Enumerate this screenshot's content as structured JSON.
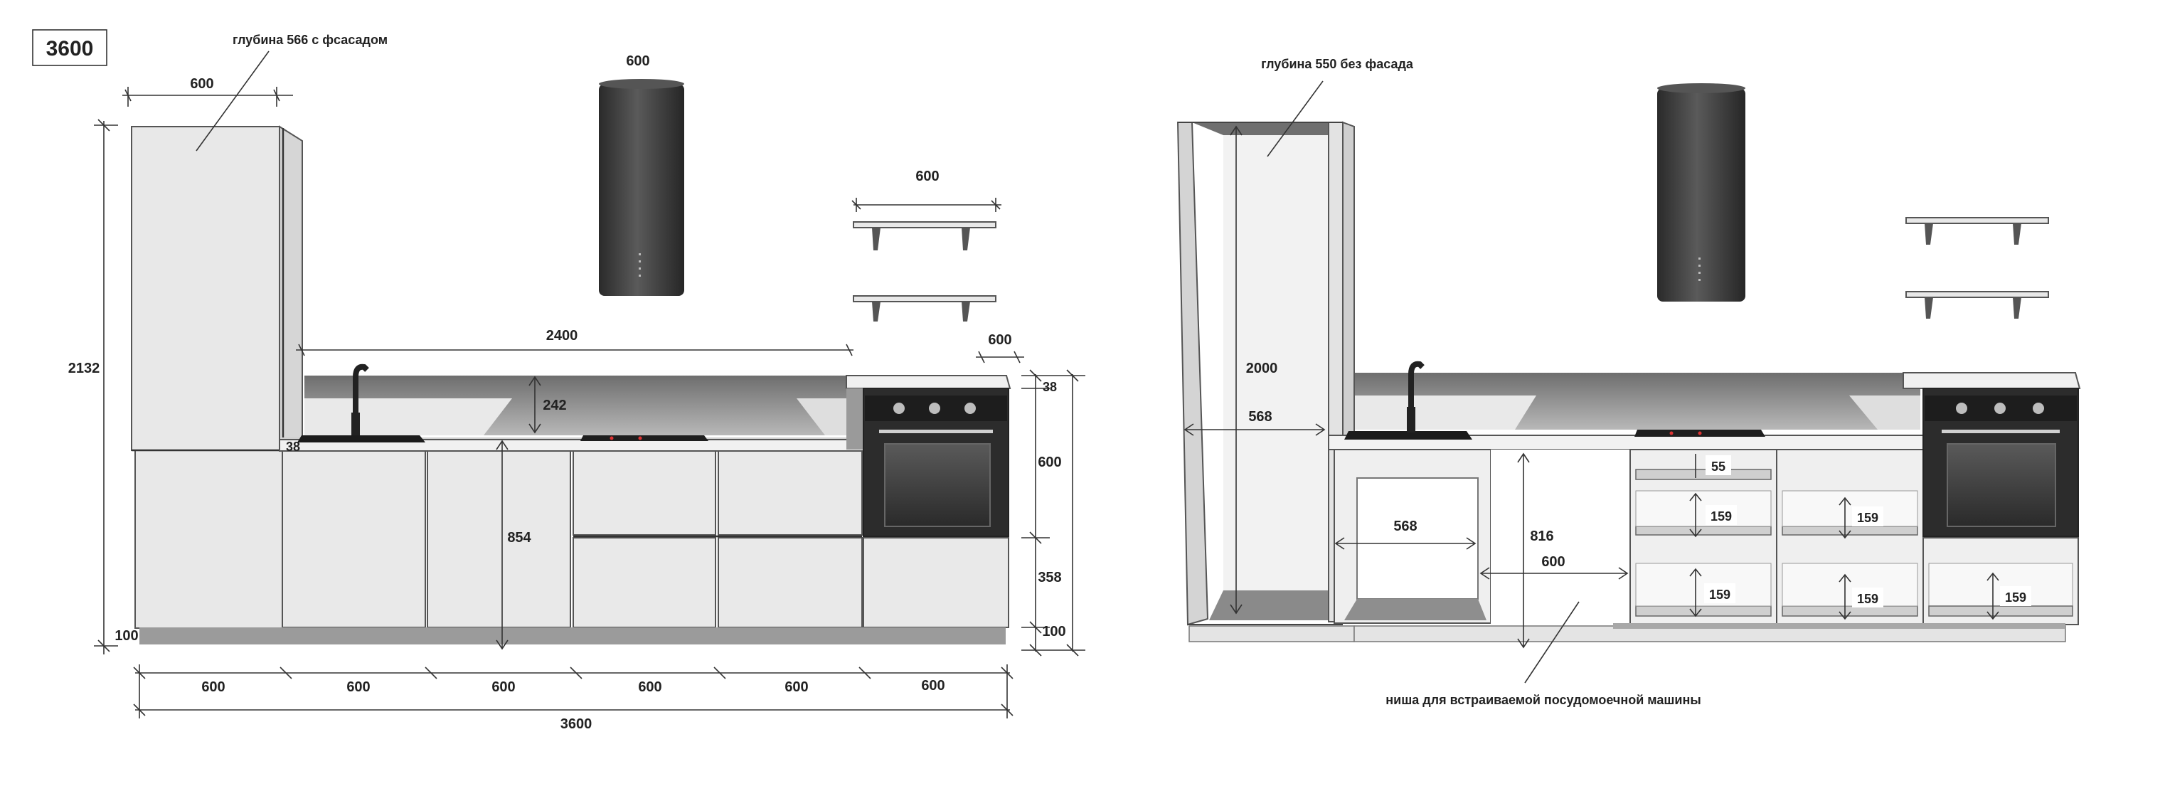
{
  "title": "3600",
  "left": {
    "depth_note": "глубина 566 с фсасадом",
    "hood_width": "600",
    "tall_width": "600",
    "shelf_width": "600",
    "worktop_span": "2400",
    "oven_col_width": "600",
    "total_height": "2132",
    "backsplash_gap": "242",
    "worktop_thickness": "38",
    "base_height": "854",
    "plinth": "100",
    "right_top": "38",
    "oven_height": "600",
    "drawer_height": "358",
    "right_plinth": "100",
    "bottom_widths": [
      "600",
      "600",
      "600",
      "600",
      "600",
      "600"
    ],
    "total_width": "3600"
  },
  "right": {
    "depth_note": "глубина 550 без фасада",
    "tall_inner_height": "2000",
    "tall_inner_depth": "568",
    "sink_depth": "568",
    "dishwasher_height": "816",
    "dishwasher_width": "600",
    "drawer_gaps_col1": [
      "55",
      "159",
      "159"
    ],
    "drawer_gaps_col2": [
      "159",
      "159"
    ],
    "drawer_gaps_col3": [
      "159"
    ],
    "niche_note": "ниша для встраиваемой посудомоечной машины"
  },
  "colors": {
    "panel": "#e7e7e7",
    "panel_side": "#d2d2d2",
    "wall": "#8a8a8a",
    "plinth": "#9a9a9a",
    "hood": "#3c3c3c",
    "oven": "#2b2b2b"
  }
}
